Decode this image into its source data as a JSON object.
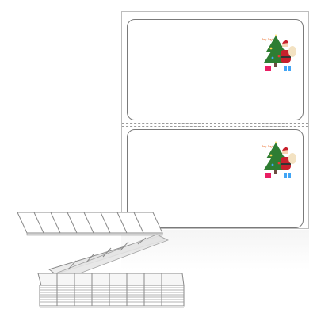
{
  "product": {
    "graphic_name": "santa-christmas-tree-graphic",
    "graphic_lettering": "Joy Joy!",
    "label_count_visible": 2,
    "colors": {
      "label_border": "#7a7a7a",
      "sheet_border": "#bdbdbd",
      "santa_red": "#c8202c",
      "tree_green": "#2e7d32",
      "stack_shadow": "#d9d9d9"
    }
  }
}
